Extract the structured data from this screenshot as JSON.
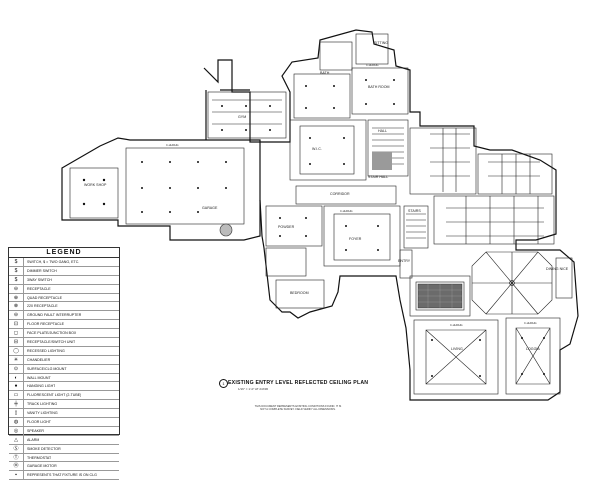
{
  "plan": {
    "title": "EXISTING ENTRY LEVEL REFLECTED CEILING PLAN",
    "scale": "1/16\" = 1'-0\" AT 24X36",
    "drawing_number": "1",
    "note": "THIS DOCUMENT REPRESENTS EXISTING CONDITIONS FOUND. IT IS NOT A COMPLETE SURVEY. FIELD VERIFY ALL DIMENSIONS.",
    "rooms": {
      "work_shop": "WORK SHOP",
      "garage": "GARAGE",
      "gym": "GYM",
      "bath": "BATH",
      "bath_room": "BATH ROOM",
      "sitting": "SITTING",
      "wic": "W.I.C.",
      "hall": "HALL",
      "stair_hall": "STAIR HALL",
      "corridor": "CORRIDOR",
      "stairs": "STAIRS",
      "entry": "ENTRY",
      "dining_nice": "DINING NICE",
      "living": "LIVING",
      "loggia": "LOGGIA",
      "bedroom": "BEDROOM",
      "powder": "POWDER",
      "foyer": "FOYER"
    },
    "ceiling_tag": "C-HLR/HG"
  },
  "legend": {
    "title": "LEGEND",
    "items": [
      {
        "icon": "switch-icon",
        "glyph": "$",
        "label": "SWITCH, $ = TWO GANG, ETC."
      },
      {
        "icon": "dimmer-icon",
        "glyph": "$",
        "label": "DIMMER SWITCH"
      },
      {
        "icon": "three-way-icon",
        "glyph": "$",
        "label": "3WAY SWITCH"
      },
      {
        "icon": "receptacle-icon",
        "glyph": "⊖",
        "label": "RECEPTACLE"
      },
      {
        "icon": "quad-receptacle-icon",
        "glyph": "⊕",
        "label": "QUAD RECEPTACLE"
      },
      {
        "icon": "receptacle-220-icon",
        "glyph": "⊗",
        "label": "220 RECEPTACLE"
      },
      {
        "icon": "gfi-icon",
        "glyph": "⊖",
        "label": "GROUND FAULT INTERRUPTER"
      },
      {
        "icon": "floor-receptacle-icon",
        "glyph": "⊡",
        "label": "FLOOR RECEPTACLE"
      },
      {
        "icon": "junction-box-icon",
        "glyph": "◻",
        "label": "FACE PLATE/JUNCTION BOX"
      },
      {
        "icon": "switched-receptacle-icon",
        "glyph": "⊟",
        "label": "RECEPTACLE/SWITCH UNIT"
      },
      {
        "icon": "recessed-light-icon",
        "glyph": "◯",
        "label": "RECESSED LIGHTING"
      },
      {
        "icon": "chandelier-icon",
        "glyph": "✳",
        "label": "CHANDELIER"
      },
      {
        "icon": "surface-mount-icon",
        "glyph": "⊙",
        "label": "SURFACE/CLG MOUNT"
      },
      {
        "icon": "wall-mount-icon",
        "glyph": "◐",
        "label": "WALL MOUNT"
      },
      {
        "icon": "hanging-light-icon",
        "glyph": "●",
        "label": "HANGING LIGHT"
      },
      {
        "icon": "fluorescent-icon",
        "glyph": "▭",
        "label": "FLUORESCENT LIGHT (2-TUBE)"
      },
      {
        "icon": "track-light-icon",
        "glyph": "╪",
        "label": "TRACK LIGHTING"
      },
      {
        "icon": "vanity-light-icon",
        "glyph": "▯",
        "label": "VANITY LIGHTING"
      },
      {
        "icon": "floor-light-icon",
        "glyph": "◍",
        "label": "FLOOR LIGHT"
      },
      {
        "icon": "speaker-icon",
        "glyph": "◎",
        "label": "SPEAKER"
      },
      {
        "icon": "alarm-icon",
        "glyph": "△",
        "label": "ALARM"
      },
      {
        "icon": "smoke-detector-icon",
        "glyph": "Ⓢ",
        "label": "SMOKE DETECTOR"
      },
      {
        "icon": "thermostat-icon",
        "glyph": "Ⓣ",
        "label": "THERMOSTAT"
      },
      {
        "icon": "garage-motor-icon",
        "glyph": "Ⓜ",
        "label": "GARAGE MOTOR"
      },
      {
        "icon": "on-clg-icon",
        "glyph": "▪",
        "label": "REPRESENTS THAT FIXTURE IS ON CLG"
      }
    ]
  }
}
